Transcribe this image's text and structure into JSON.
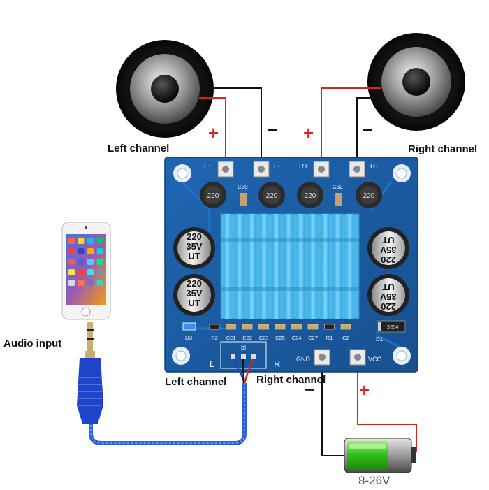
{
  "labels": {
    "left_channel_top": "Left channel",
    "right_channel_top": "Right channel",
    "audio_input": "Audio input",
    "left_channel_bottom": "Left channel",
    "right_channel_bottom": "Right channel",
    "voltage": "8-26V"
  },
  "signs": {
    "plus": "+",
    "minus": "−"
  },
  "board": {
    "terminals_top": [
      "L+",
      "L-",
      "R+",
      "R-"
    ],
    "terminals_bottom": [
      "GND",
      "VCC"
    ],
    "capacitor_small": [
      "C30",
      "C32"
    ],
    "inductor_marking": "220",
    "cap_large_lines": [
      "220",
      "35V",
      "UT"
    ],
    "component_row": [
      "R2",
      "C21",
      "C22",
      "C23",
      "C25",
      "C24",
      "C27",
      "R1",
      "C2"
    ],
    "led": "D3",
    "diode": "D1",
    "diode_marking": "SS54",
    "input_header": "bl",
    "input_l": "L",
    "input_r": "R"
  },
  "colors": {
    "board_blue": "#1d5fa8",
    "heatsink": "#5cc8f2",
    "wire_red": "#d8231c",
    "wire_black": "#111111",
    "cable_blue": "#2a5fd6",
    "battery_green": "#34c21a"
  }
}
